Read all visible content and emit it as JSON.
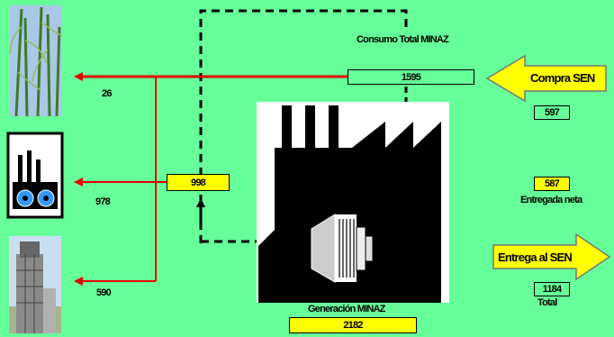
{
  "colors": {
    "background": "#66ff99",
    "yellow": "#ffff00",
    "red_line": "#e60000",
    "factory": "#000000"
  },
  "icons": {
    "cane": "sugarcane-field-photo",
    "industry": "factory-gears-icon",
    "refinery": "sugar-mill-tower-photo"
  },
  "labels": {
    "consumo_total": "Consumo Total MINAZ",
    "compra_sen": "Compra SEN",
    "entregada_neta": "Entregada neta",
    "entrega_sen": "Entrega al  SEN",
    "total": "Total",
    "generacion": "Generación MINAZ"
  },
  "values": {
    "consumo_total": "1595",
    "compra_sen": "597",
    "entregada_neta": "587",
    "total": "1184",
    "generacion": "2182",
    "recirculado": "998",
    "to_cane": "26",
    "to_industry": "978",
    "to_refinery": "590"
  }
}
